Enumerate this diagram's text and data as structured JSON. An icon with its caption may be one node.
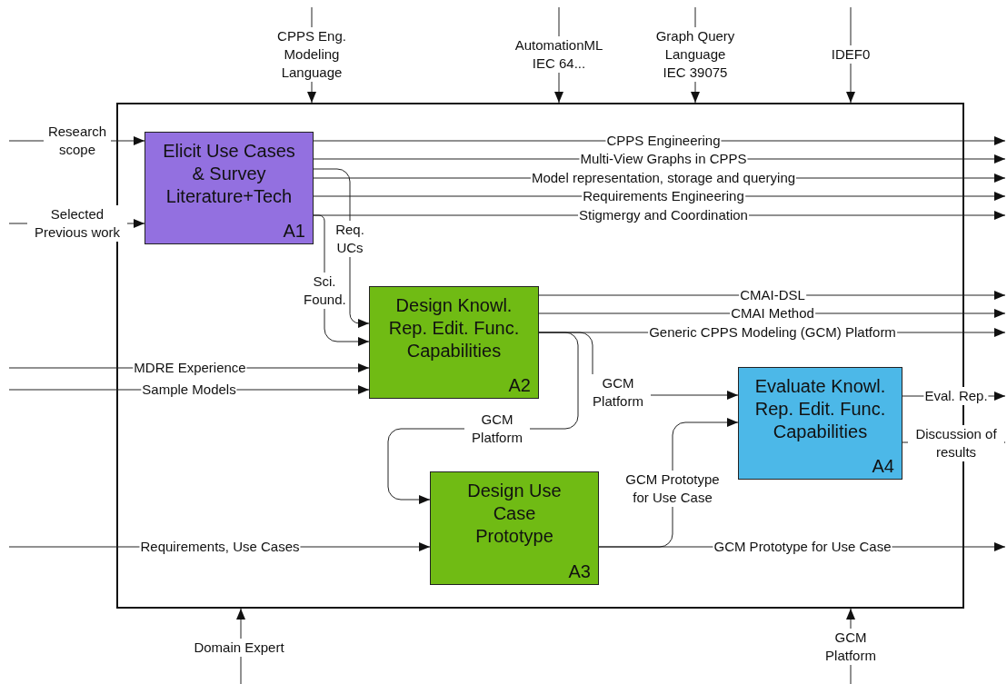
{
  "diagram": {
    "nodes": [
      {
        "text": [],
        "shape": "box"
      },
      {
        "text": [
          "Elicit Use Cases & Survey Literature+Tech",
          "A1"
        ],
        "in": 0
      },
      {
        "text": [
          "Design Knowl. Rep. Edit. Func. Capabilities",
          "A2"
        ],
        "in": 0
      },
      {
        "text": [
          "Design Use Case Prototype",
          "A3"
        ],
        "in": 0
      },
      {
        "text": [
          "Evaluate Knowl. Rep. Edit. Func. Capabilities",
          "A4"
        ],
        "in": 0
      }
    ],
    "edges": [
      {
        "from": null,
        "to": 0,
        "arrow": "to",
        "label": "CPPS Eng. Modeling Language"
      },
      {
        "from": null,
        "to": 0,
        "arrow": "to",
        "label": "AutomationML IEC 64..."
      },
      {
        "from": null,
        "to": 0,
        "arrow": "to",
        "label": "Graph Query Language IEC 39075"
      },
      {
        "from": null,
        "to": 0,
        "arrow": "to",
        "label": "IDEF0"
      },
      {
        "from": null,
        "to": 1,
        "arrow": "to",
        "label": "Research scope"
      },
      {
        "from": null,
        "to": 1,
        "arrow": "to",
        "label": "Selected Previous work"
      },
      {
        "from": null,
        "to": 2,
        "arrow": "to",
        "label": "MDRE Experience"
      },
      {
        "from": null,
        "to": 2,
        "arrow": "to",
        "label": "Sample Models"
      },
      {
        "from": null,
        "to": 3,
        "arrow": "to",
        "label": "Requirements, Use Cases"
      },
      {
        "from": 1,
        "to": null,
        "arrow": "to",
        "label": "CPPS Engineering"
      },
      {
        "from": 1,
        "to": null,
        "arrow": "to",
        "label": "Multi-View Graphs in CPPS"
      },
      {
        "from": 1,
        "to": null,
        "arrow": "to",
        "label": "Model representation, storage and querying"
      },
      {
        "from": 1,
        "to": null,
        "arrow": "to",
        "label": "Requirements Engineering"
      },
      {
        "from": 1,
        "to": null,
        "arrow": "to",
        "label": "Stigmergy and Coordination"
      },
      {
        "from": 1,
        "to": 2,
        "arrow": "to",
        "label": "Req. UCs"
      },
      {
        "from": 1,
        "to": 2,
        "arrow": "to",
        "label": "Sci. Found."
      },
      {
        "from": 2,
        "to": null,
        "arrow": "to",
        "label": "CMAI-DSL"
      },
      {
        "from": 2,
        "to": null,
        "arrow": "to",
        "label": "CMAI Method"
      },
      {
        "from": 2,
        "to": null,
        "arrow": "to",
        "label": "Generic CPPS Modeling (GCM) Platform"
      },
      {
        "from": 2,
        "to": 4,
        "arrow": "to",
        "label": "GCM Platform"
      },
      {
        "from": 2,
        "to": 3,
        "arrow": "to",
        "label": "GCM Platform"
      },
      {
        "from": 3,
        "to": 4,
        "arrow": "to",
        "label": "GCM Prototype for Use Case"
      },
      {
        "from": 3,
        "to": null,
        "arrow": "to",
        "label": "GCM Prototype for Use Case"
      },
      {
        "from": 4,
        "to": null,
        "arrow": "to",
        "label": "Eval. Rep."
      },
      {
        "from": 4,
        "to": null,
        "arrow": "to",
        "label": "Discussion of results"
      },
      {
        "from": null,
        "to": 0,
        "arrow": "to",
        "label": "Domain Expert"
      },
      {
        "from": null,
        "to": 0,
        "arrow": "to",
        "label": "GCM Platform"
      }
    ]
  }
}
